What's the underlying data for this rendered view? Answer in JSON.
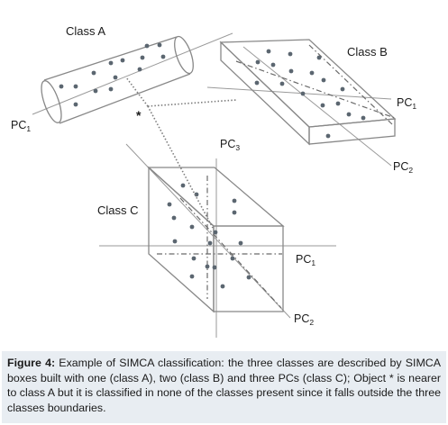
{
  "figure": {
    "labels": {
      "class_a": "Class A",
      "class_b": "Class B",
      "class_c": "Class C",
      "object_marker": "*",
      "pc_letter": "PC",
      "class_a_pc1_sub": "1",
      "class_b_pc1_sub": "1",
      "class_b_pc2_sub": "2",
      "class_c_pc1_sub": "1",
      "class_c_pc2_sub": "2",
      "class_c_pc3_sub": "3"
    },
    "colors": {
      "line": "#888888",
      "dot": "#5b6670",
      "caption_bg": "#e8edf2"
    }
  },
  "caption": {
    "label": "Figure 4:",
    "text": " Example of SIMCA classification: the three classes are described by SIMCA boxes built with one (class A), two (class B) and three PCs (class C); Object * is nearer to class A but it is classified in none of the classes present since it falls outside the three classes boundaries."
  }
}
